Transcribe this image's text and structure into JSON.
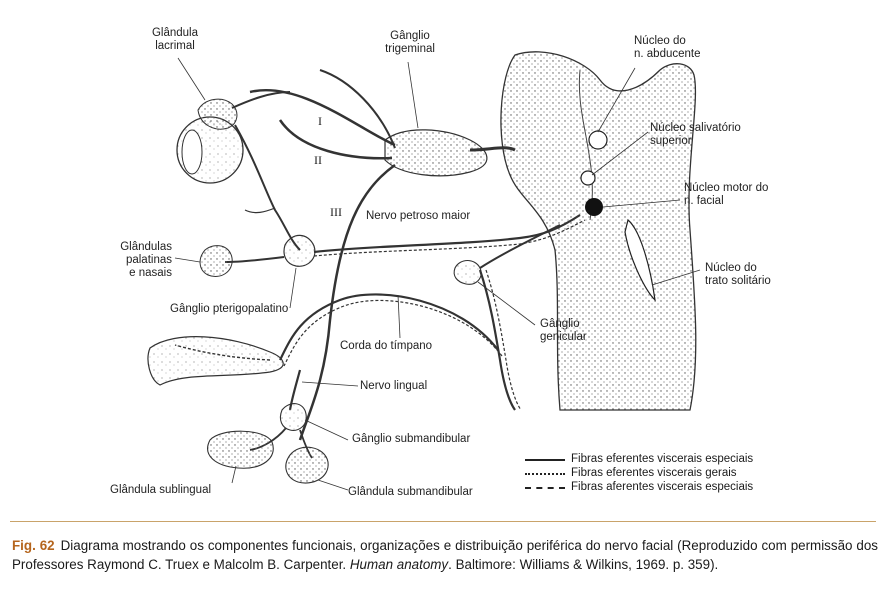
{
  "labels": {
    "glandula_lacrimal": "Glândula\nlacrimal",
    "ganglio_trigeminal": "Gânglio\ntrigeminal",
    "nucleo_abducente": "Núcleo do\nn. abducente",
    "nucleo_salivatorio": "Núcleo salivatório\nsuperior",
    "nucleo_motor": "Núcleo motor do\nn. facial",
    "nucleo_trato": "Núcleo do\ntrato solitário",
    "nervo_petroso": "Nervo petroso maior",
    "glandulas_palatinas": "Glândulas\npalatinas\ne nasais",
    "ganglio_pterigopalatino": "Gânglio pterigopalatino",
    "ganglio_geniculado": "Gânglio\ngenicular",
    "corda_timpano": "Corda do tímpano",
    "nervo_lingual": "Nervo lingual",
    "ganglio_submandibular": "Gânglio submandibular",
    "glandula_sublingual": "Glândula sublingual",
    "glandula_submandibular": "Glândula submandibular",
    "roman_1": "I",
    "roman_2": "II",
    "roman_3": "III"
  },
  "legend": [
    {
      "style": "solid",
      "text": "Fibras eferentes viscerais especiais"
    },
    {
      "style": "dotted",
      "text": "Fibras eferentes viscerais gerais"
    },
    {
      "style": "dashed",
      "text": "Fibras aferentes viscerais especiais"
    }
  ],
  "caption": {
    "fig_label": "Fig. 62",
    "text_before": "Diagrama mostrando os componentes funcionais, organizações e distribuição periférica do nervo facial (Reproduzido com permissão dos Professores Raymond C. Truex e Malcolm B. Carpenter. ",
    "italic": "Human anatomy",
    "text_after": ". Baltimore: Williams & Wilkins, 1969. p. 359)."
  },
  "colors": {
    "caption_accent": "#b5651d",
    "divider": "#c9a36a",
    "ink": "#222222"
  }
}
